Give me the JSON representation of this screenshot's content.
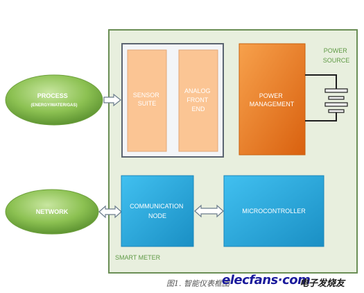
{
  "diagram": {
    "process": {
      "line1": "PROCESS",
      "line2": "(ENERGY/WATER/GAS)"
    },
    "network": "NETWORK",
    "sensor_suite": {
      "line1": "SENSOR",
      "line2": "SUITE"
    },
    "analog_front_end": {
      "line1": "ANALOG",
      "line2": "FRONT",
      "line3": "END"
    },
    "power_management": {
      "line1": "POWER",
      "line2": "MANAGEMENT"
    },
    "power_source": {
      "line1": "POWER",
      "line2": "SOURCE"
    },
    "communication_node": {
      "line1": "COMMUNICATION",
      "line2": "NODE"
    },
    "microcontroller": "MICROCONTROLLER",
    "smart_meter": "SMART METER"
  },
  "caption": {
    "figure_text": "图1. 智能仪表框图",
    "logo_text": "elecfans·com",
    "logo_cn": "电子发烧友"
  },
  "colors": {
    "meter_bg": "#e8efde",
    "meter_border": "#6b8f56",
    "ellipse_green": "#8cc152",
    "sensor_orange": "#fbc594",
    "power_orange": "#ef7e22",
    "comm_blue": "#2aaee3",
    "label_green": "#5f9a45"
  }
}
